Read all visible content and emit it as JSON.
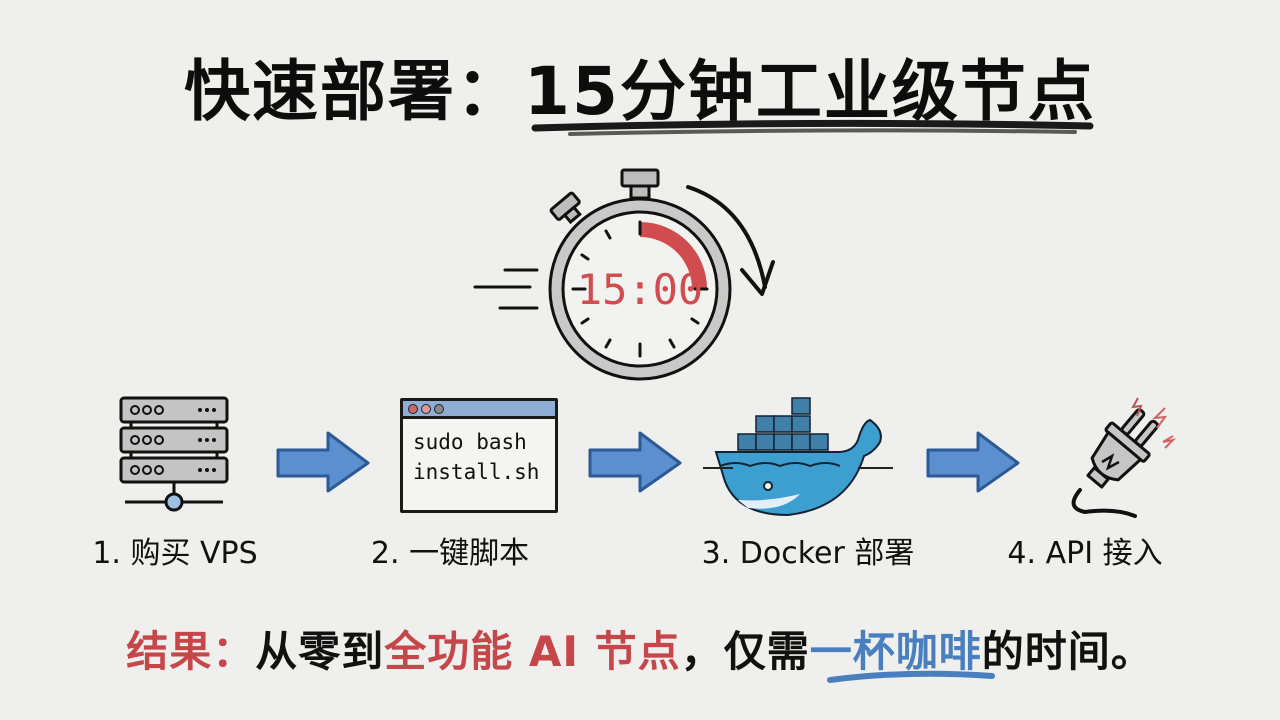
{
  "title": {
    "text": "快速部署：15分钟工业级节点",
    "underline_color": "#1a1a1a"
  },
  "stopwatch": {
    "display": "15:00",
    "display_color": "#d04c4f",
    "progress_color": "#d04c4f",
    "icon": "stopwatch-icon"
  },
  "steps": [
    {
      "label": "1. 购买 VPS",
      "icon": "server-rack-icon"
    },
    {
      "label": "2. 一键脚本",
      "icon": "terminal-window-icon",
      "code_lines": [
        "sudo bash",
        "install.sh"
      ]
    },
    {
      "label": "3. Docker 部署",
      "icon": "docker-whale-icon"
    },
    {
      "label": "4. API 接入",
      "icon": "power-plug-icon"
    }
  ],
  "arrows": {
    "color": "#4f86c9",
    "outline": "#2c5a95",
    "icon": "right-arrow-icon"
  },
  "result": {
    "prefix": "结果：",
    "part1": "从零到",
    "highlight_red": "全功能 AI 节点",
    "part2": "，仅需",
    "highlight_blue": "一杯咖啡",
    "suffix": "的时间。",
    "red_color": "#c5474a",
    "blue_color": "#4a7fbf"
  }
}
